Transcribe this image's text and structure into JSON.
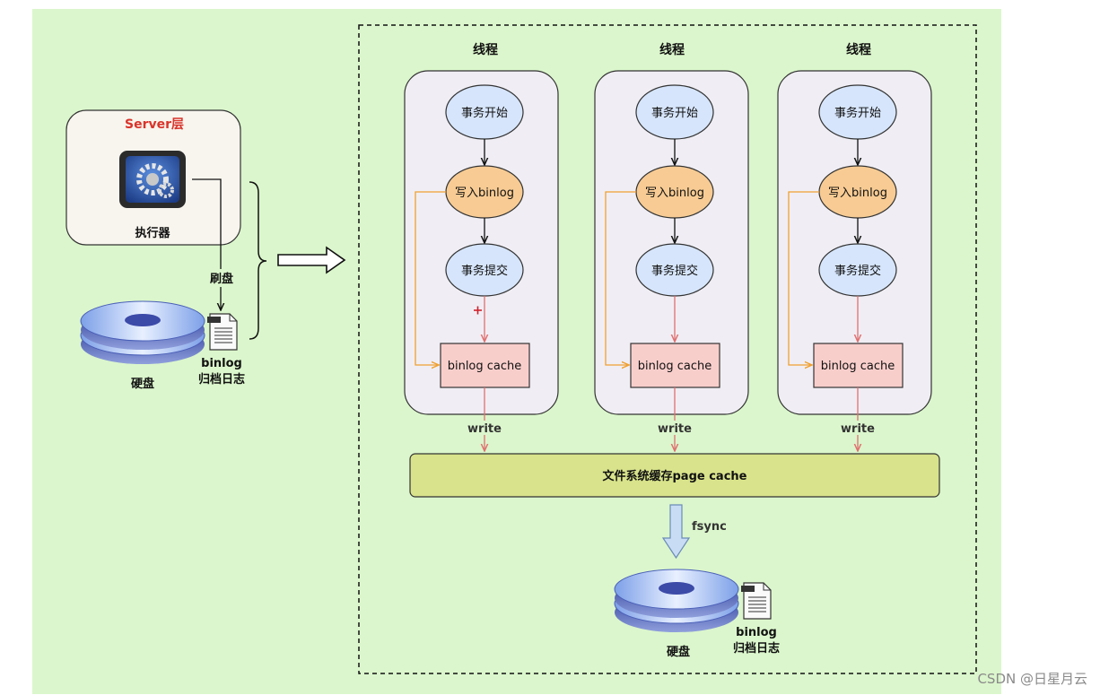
{
  "server": {
    "title": "Server层",
    "executor_label": "执行器",
    "flush_label": "刷盘",
    "disk_label": "硬盘",
    "binlog_line1": "binlog",
    "binlog_line2": "归档日志"
  },
  "threads": [
    {
      "title": "线程",
      "begin": "事务开始",
      "write_binlog": "写入binlog",
      "commit": "事务提交",
      "cache": "binlog cache",
      "write": "write"
    },
    {
      "title": "线程",
      "begin": "事务开始",
      "write_binlog": "写入binlog",
      "commit": "事务提交",
      "cache": "binlog cache",
      "write": "write"
    },
    {
      "title": "线程",
      "begin": "事务开始",
      "write_binlog": "写入binlog",
      "commit": "事务提交",
      "cache": "binlog cache",
      "write": "write"
    }
  ],
  "page_cache_label": "文件系统缓存page cache",
  "fsync_label": "fsync",
  "bottom_disk": {
    "disk_label": "硬盘",
    "binlog_line1": "binlog",
    "binlog_line2": "归档日志"
  },
  "icons": {
    "executor": "gear-app-icon",
    "disk": "disk-stack-icon",
    "log_file": "log-file-icon"
  },
  "colors": {
    "background": "#dbf6cc",
    "server_title": "#d9342b",
    "ellipse_blue": "#d6e5fb",
    "ellipse_orange": "#f7cb93",
    "cache_box": "#f8cecb",
    "page_cache": "#d8e38b",
    "orange_arrow": "#f0a030",
    "red_arrow": "#e07070"
  },
  "watermark": "CSDN @日星月云"
}
